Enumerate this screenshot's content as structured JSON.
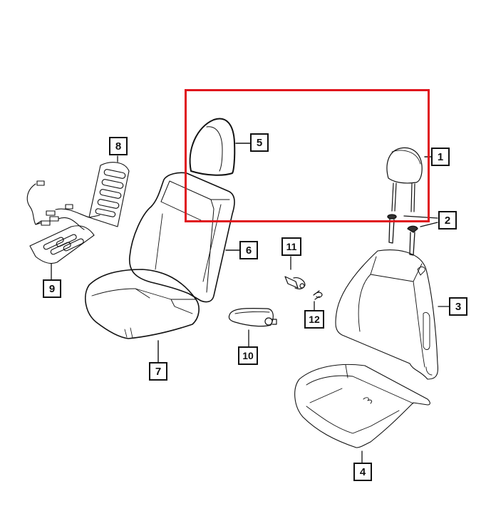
{
  "diagram": {
    "type": "exploded-parts-diagram",
    "subject": "Seat covers, headrests and seat heater components",
    "highlight_color": "#e0141c",
    "line_color": "#111111",
    "callouts": [
      {
        "id": "1",
        "label": "1",
        "part": "headrest-with-posts"
      },
      {
        "id": "2",
        "label": "2",
        "part": "headrest-guide-sleeves"
      },
      {
        "id": "3",
        "label": "3",
        "part": "seat-back-cover"
      },
      {
        "id": "4",
        "label": "4",
        "part": "seat-cushion-cover"
      },
      {
        "id": "5",
        "label": "5",
        "part": "headrest-cover"
      },
      {
        "id": "6",
        "label": "6",
        "part": "seat-back-cover-alt"
      },
      {
        "id": "7",
        "label": "7",
        "part": "seat-cushion-cover-alt"
      },
      {
        "id": "8",
        "label": "8",
        "part": "seat-back-heater-element"
      },
      {
        "id": "9",
        "label": "9",
        "part": "seat-cushion-heater-element"
      },
      {
        "id": "10",
        "label": "10",
        "part": "recliner-handle"
      },
      {
        "id": "11",
        "label": "11",
        "part": "heated-seat-switch"
      },
      {
        "id": "12",
        "label": "12",
        "part": "retaining-clip"
      }
    ]
  }
}
